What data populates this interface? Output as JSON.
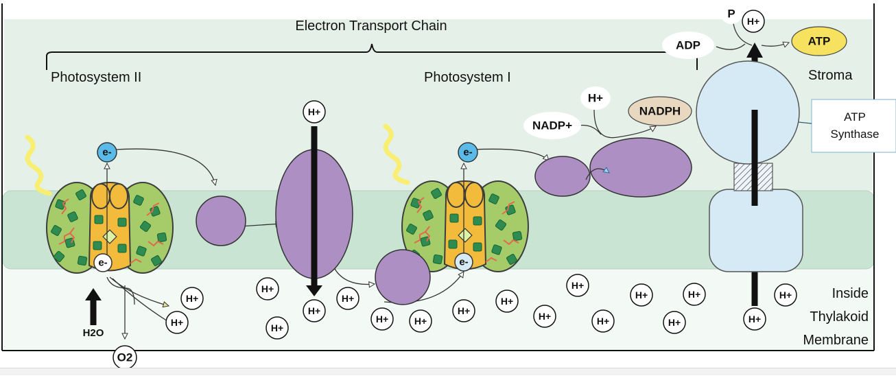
{
  "labels": {
    "etc": "Electron Transport Chain",
    "psii": "Photosystem II",
    "psi": "Photosystem I",
    "stroma": "Stroma",
    "inside_1": "Inside",
    "inside_2": "Thylakoid",
    "inside_3": "Membrane",
    "atp_synthase_1": "ATP",
    "atp_synthase_2": "Synthase"
  },
  "molecules": {
    "h2o": "H2O",
    "o2": "O2",
    "nadp": "NADP+",
    "nadph": "NADPH",
    "adp": "ADP",
    "p": "P",
    "atp": "ATP",
    "hplus": "H+",
    "electron": "e-"
  },
  "colors": {
    "stroma_bg": "#e5f1e8",
    "membrane": "#c9e4d3",
    "lumen_bg": "#f3f9f5",
    "purple": "#ad8fc4",
    "photosystem_green": "#a6cc6a",
    "photosystem_core": "#f3bb3b",
    "chlorophyll": "#2f8b4f",
    "electron_blue": "#5bbbe8",
    "atp_yellow": "#f6e25e",
    "nadph_tan": "#e8d8c0",
    "synthase_blue": "#d6eaf5",
    "light_yellow": "#f8ef72"
  }
}
